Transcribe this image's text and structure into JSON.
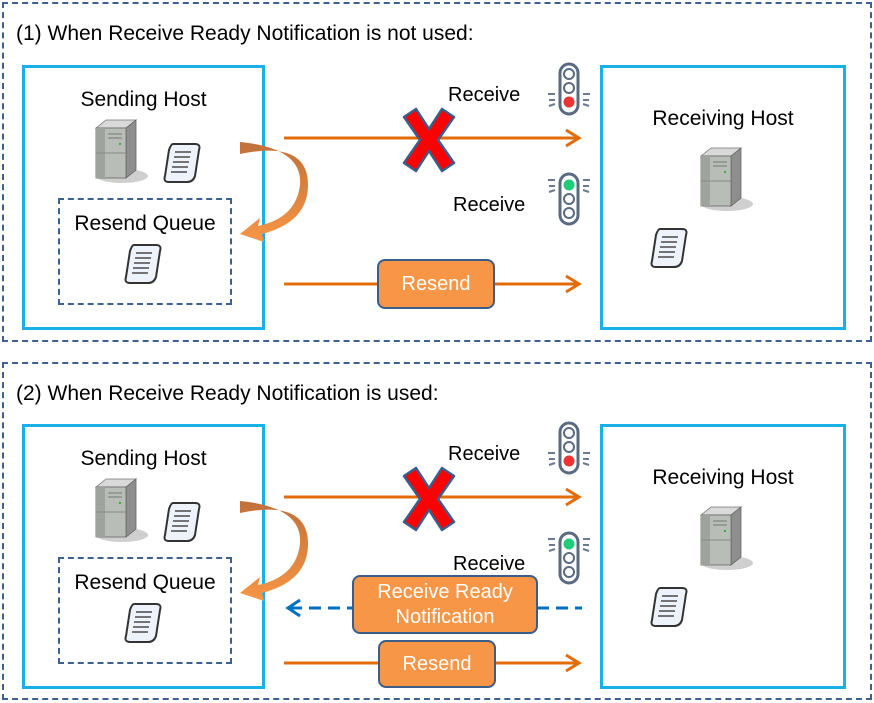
{
  "panels": [
    {
      "title": "(1) When Receive Ready Notification is not used:",
      "sending_host": {
        "label": "Sending Host",
        "queue_label": "Resend Queue"
      },
      "receiving_host": {
        "label": "Receiving Host"
      },
      "receive_labels": [
        "Receive",
        "Receive"
      ],
      "resend_label": "Resend",
      "signals": [
        "red",
        "green"
      ]
    },
    {
      "title": "(2) When Receive Ready Notification is used:",
      "sending_host": {
        "label": "Sending Host",
        "queue_label": "Resend Queue"
      },
      "receiving_host": {
        "label": "Receiving Host"
      },
      "receive_labels": [
        "Receive",
        "Receive"
      ],
      "notification_label": "Receive Ready Notification",
      "resend_label": "Resend",
      "signals": [
        "red",
        "green"
      ]
    }
  ],
  "colors": {
    "panel_border": "#3c6090",
    "host_border": "#19b0e6",
    "arrow": "#e36c0a",
    "notify_arrow": "#0070c0",
    "button_fill": "#f79646",
    "x_mark": "#ff0000"
  }
}
